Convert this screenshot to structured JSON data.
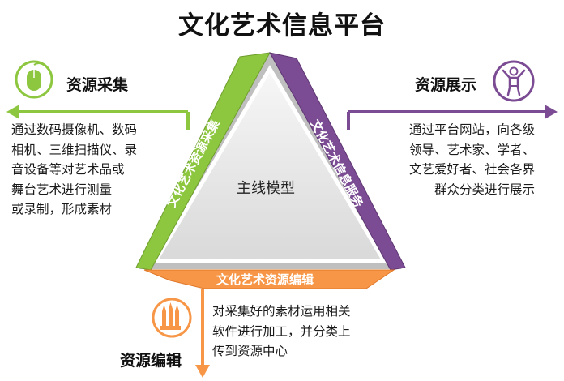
{
  "title": "文化艺术信息平台",
  "center_label": "主线模型",
  "collect": {
    "heading": "资源采集",
    "band_label": "文化艺术资源采集",
    "icon": "mouse-icon",
    "color": "#8dc63f",
    "lines": [
      "通过数码摄像机、数码",
      "相机、三维扫描仪、录",
      "音设备等对艺术品或",
      "舞台艺术进行测量",
      "或录制，形成素材"
    ]
  },
  "display": {
    "heading": "资源展示",
    "band_label": "文化艺术信息服务",
    "icon": "person-icon",
    "color": "#7b4b93",
    "lines": [
      "通过平台网站，向各级",
      "领导、艺术家、学者、",
      "文艺爱好者、社会各界",
      "群众分类进行展示"
    ]
  },
  "edit": {
    "heading": "资源编辑",
    "band_label": "文化艺术资源编辑",
    "icon": "pencils-icon",
    "color": "#f79646",
    "lines": [
      "对采集好的素材运用相关",
      "软件进行加工，并分类上",
      "传到资源中心"
    ]
  }
}
